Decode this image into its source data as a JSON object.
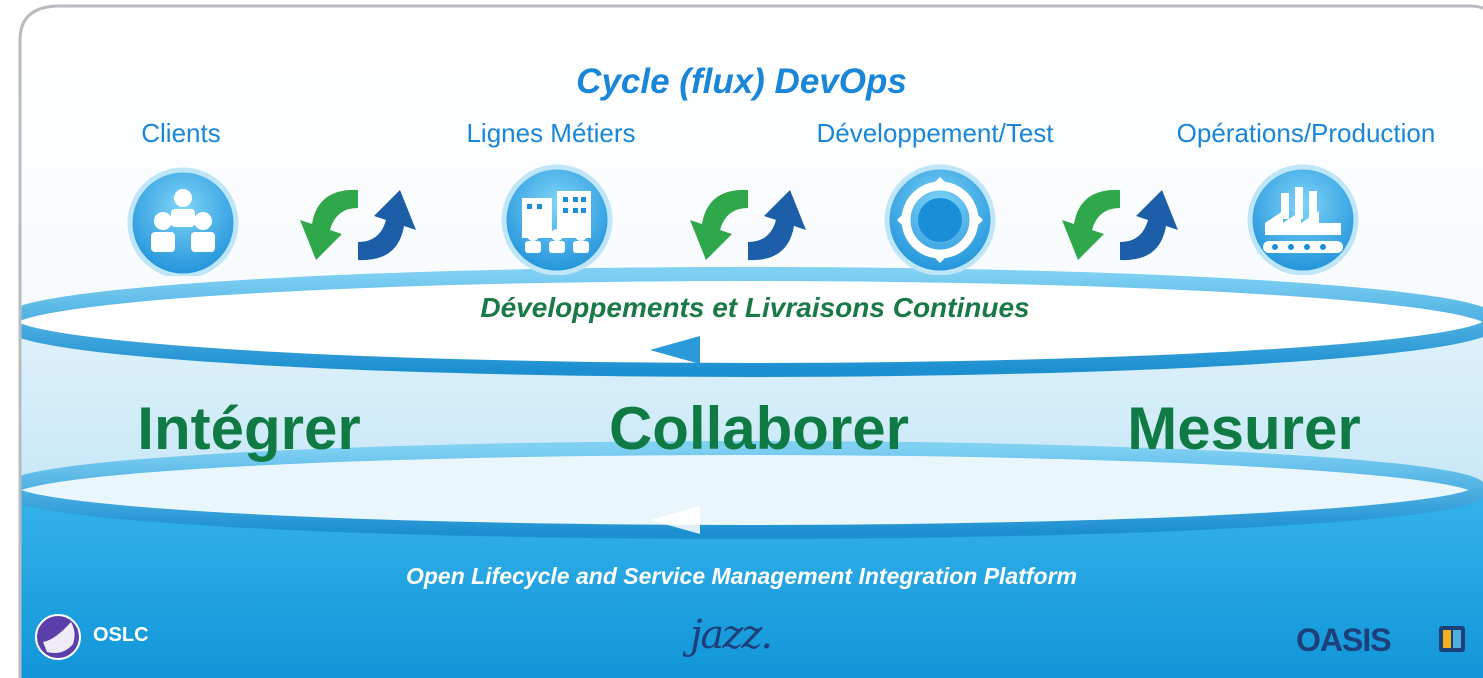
{
  "title": "Cycle (flux) DevOps",
  "stages": [
    {
      "label": "Clients",
      "icon": "people-icon"
    },
    {
      "label": "Lignes Métiers",
      "icon": "business-buildings-icon"
    },
    {
      "label": "Développement/Test",
      "icon": "cycle-icon"
    },
    {
      "label": "Opérations/Production",
      "icon": "factory-icon"
    }
  ],
  "loop_label": "Développements et Livraisons Continues",
  "pillars": [
    "Intégrer",
    "Collaborer",
    "Mesurer"
  ],
  "platform_label": "Open Lifecycle and Service Management Integration Platform",
  "logos": {
    "oslc": "OSLC",
    "jazz": "Jazz",
    "oasis": "OASIS"
  },
  "colors": {
    "title_blue": "#1a86d8",
    "pillar_green": "#0f7a44",
    "light_band": "#cfe9f7",
    "platform_blue": "#1aa3e0",
    "arrow_green": "#2ea84a",
    "arrow_blue": "#1c5fa8"
  }
}
